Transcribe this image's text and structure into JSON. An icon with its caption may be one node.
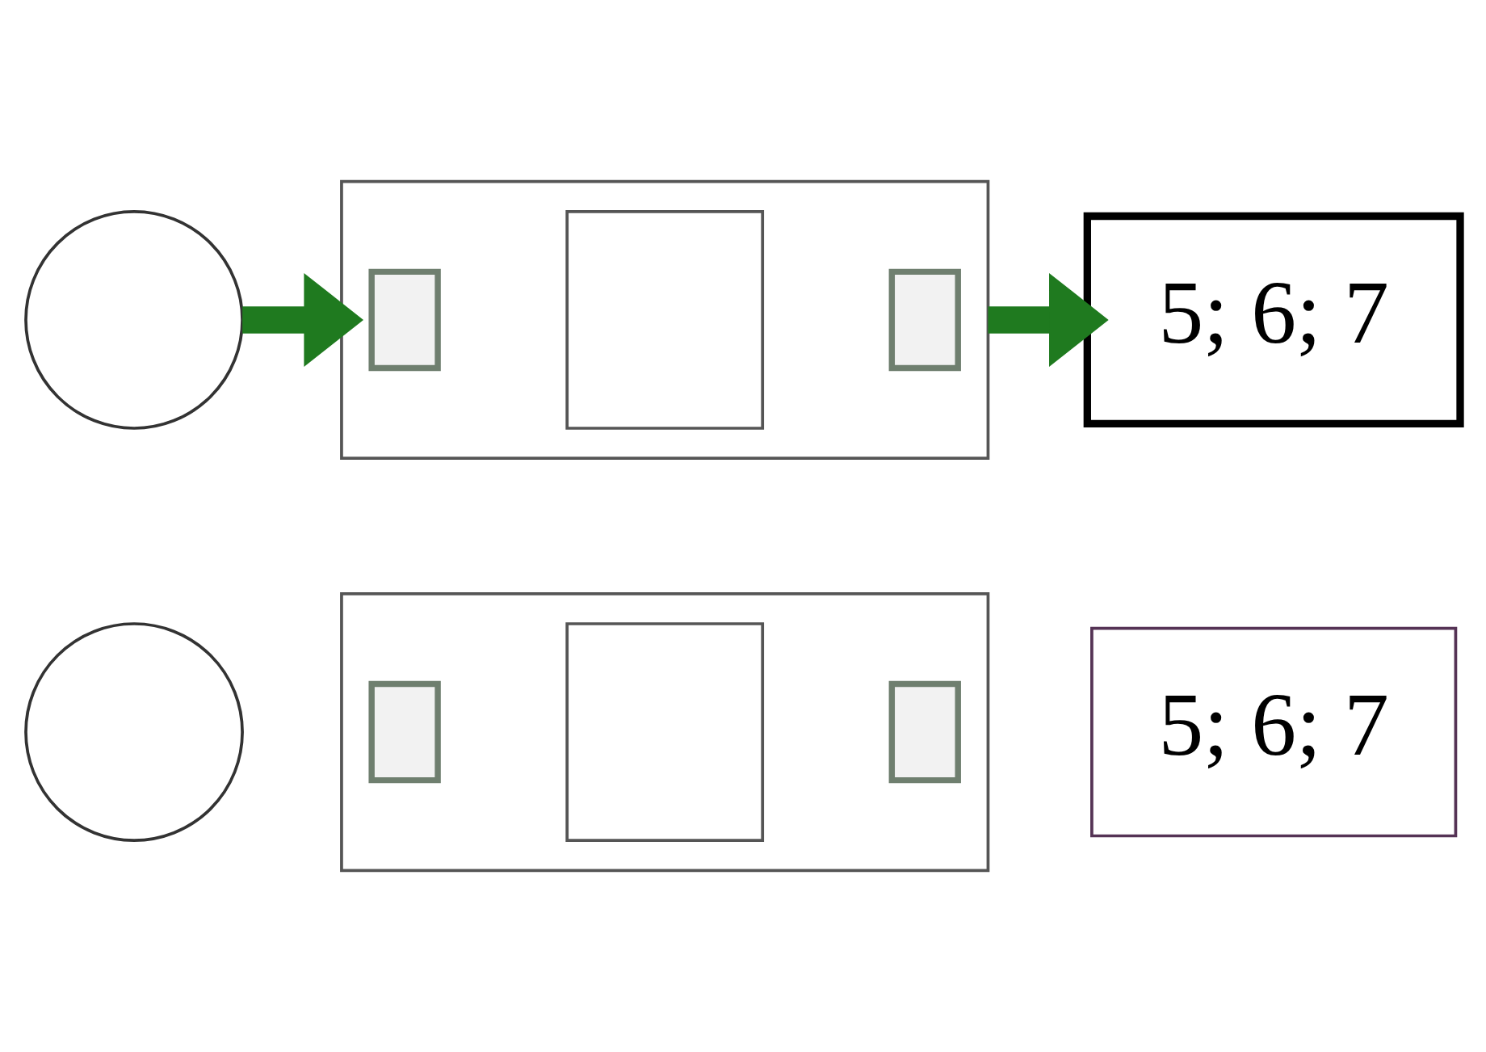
{
  "diagram": {
    "nodes": [
      {
        "text": [],
        "shape": "circle"
      },
      {
        "text": [],
        "shape": "box"
      },
      {
        "text": [],
        "shape": "box",
        "in": 1
      },
      {
        "text": [],
        "shape": "box",
        "in": 1
      },
      {
        "text": [],
        "shape": "box",
        "in": 1
      },
      {
        "text": [
          "5; 6; 7"
        ]
      },
      {
        "text": [],
        "shape": "circle"
      },
      {
        "text": [],
        "shape": "box"
      },
      {
        "text": [],
        "shape": "box",
        "in": 7
      },
      {
        "text": [],
        "shape": "box",
        "in": 7
      },
      {
        "text": [],
        "shape": "box",
        "in": 7
      },
      {
        "text": [
          "5; 6; 7"
        ]
      }
    ],
    "edges": [
      {
        "from": 0,
        "to": 1,
        "arrow": "to",
        "color": "#1f7a1f"
      },
      {
        "from": 1,
        "to": 5,
        "arrow": "to",
        "color": "#1f7a1f"
      }
    ]
  }
}
